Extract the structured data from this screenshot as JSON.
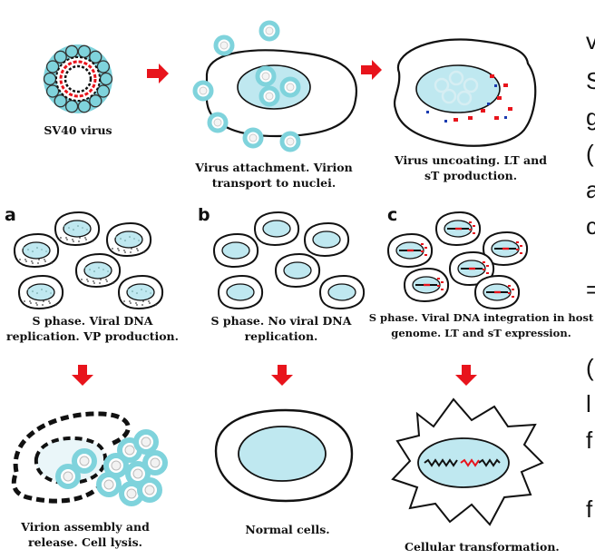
{
  "captions": {
    "sv40": [
      "SV40 virus"
    ],
    "attach": [
      "Virus attachment. Virion",
      "transport to nuclei."
    ],
    "uncoat": [
      "Virus uncoating. LT and",
      "sT production."
    ],
    "a": [
      "S phase. Viral DNA",
      "replication. VP production."
    ],
    "b": [
      "S phase. No viral DNA",
      "replication."
    ],
    "c": [
      "S phase. Viral DNA integration in host",
      "genome. LT and sT expression."
    ],
    "lysis": [
      "Virion assembly and",
      "release. Cell lysis."
    ],
    "normal": [
      "Normal cells."
    ],
    "transform": [
      "Cellular transformation."
    ]
  },
  "panel_labels": {
    "a": "a",
    "b": "b",
    "c": "c"
  },
  "side_letters": [
    "v",
    "S",
    "g",
    "(",
    "a",
    "c",
    "=",
    "(",
    "l",
    "f",
    "f"
  ],
  "colors": {
    "arrow": "#e8141c",
    "nucleus": "#bfe8f0",
    "virion": "#7fd3dc",
    "dna_red": "#e8141c",
    "outline": "#111111"
  }
}
